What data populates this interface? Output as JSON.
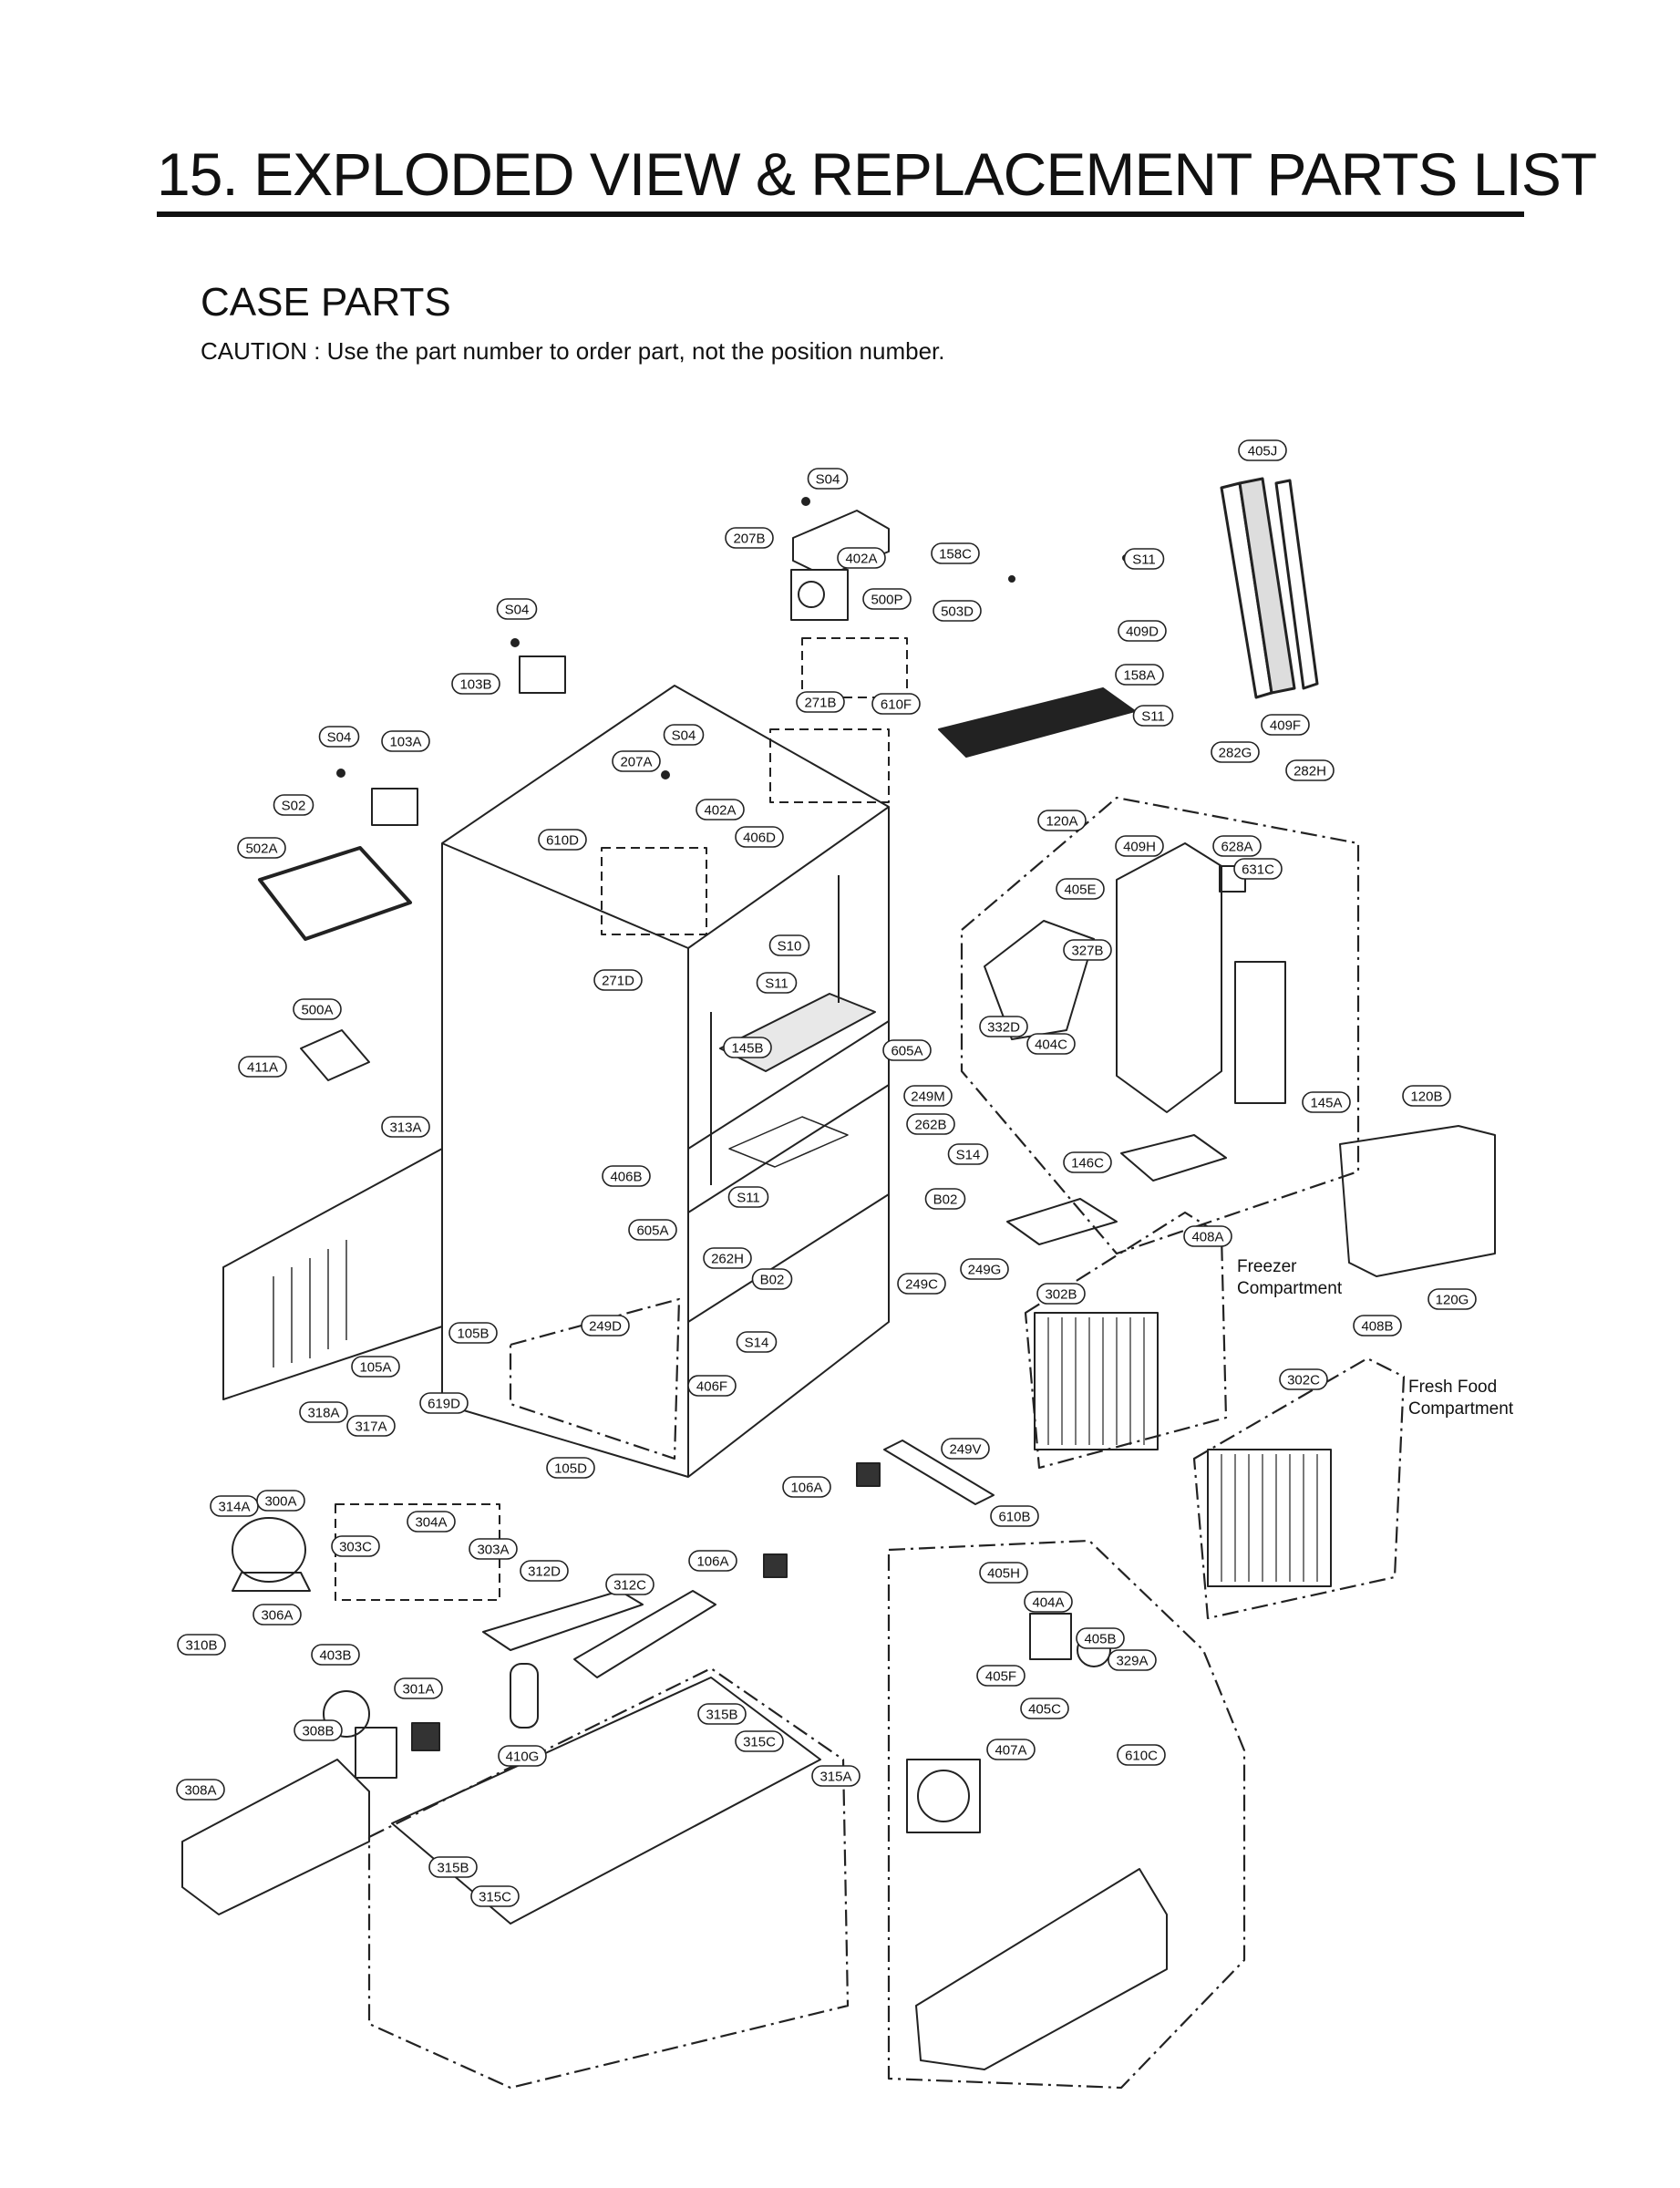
{
  "page": {
    "title": "15. EXPLODED VIEW & REPLACEMENT PARTS LIST",
    "subtitle": "CASE PARTS",
    "caution": "CAUTION : Use the part number to order part, not the position number."
  },
  "compartments": {
    "freezer_line1": "Freezer",
    "freezer_line2": "Compartment",
    "fresh_line1": "Fresh Food",
    "fresh_line2": "Compartment"
  },
  "part_labels": [
    "405J",
    "S04",
    "207B",
    "402A",
    "158C",
    "S11",
    "500P",
    "503D",
    "S04",
    "409D",
    "103B",
    "158A",
    "271B",
    "610F",
    "S11",
    "409F",
    "S04",
    "103A",
    "S04",
    "207A",
    "282G",
    "282H",
    "S02",
    "402A",
    "406D",
    "120A",
    "502A",
    "610D",
    "409H",
    "628A",
    "631C",
    "405E",
    "327B",
    "S10",
    "271D",
    "S11",
    "332D",
    "404C",
    "500A",
    "145B",
    "605A",
    "411A",
    "249M",
    "145A",
    "120B",
    "313A",
    "262B",
    "S14",
    "146C",
    "406B",
    "S11",
    "B02",
    "605A",
    "408A",
    "249G",
    "262H",
    "B02",
    "249C",
    "302B",
    "120G",
    "249D",
    "105B",
    "S14",
    "408B",
    "105A",
    "406F",
    "302C",
    "619D",
    "318A",
    "317A",
    "105D",
    "249V",
    "106A",
    "610B",
    "314A",
    "300A",
    "304A",
    "303C",
    "303A",
    "106A",
    "312D",
    "312C",
    "405H",
    "404A",
    "306A",
    "405B",
    "329A",
    "310B",
    "403B",
    "405F",
    "405C",
    "301A",
    "315B",
    "308B",
    "315C",
    "407A",
    "610C",
    "410G",
    "315A",
    "308A",
    "315B",
    "315C"
  ]
}
